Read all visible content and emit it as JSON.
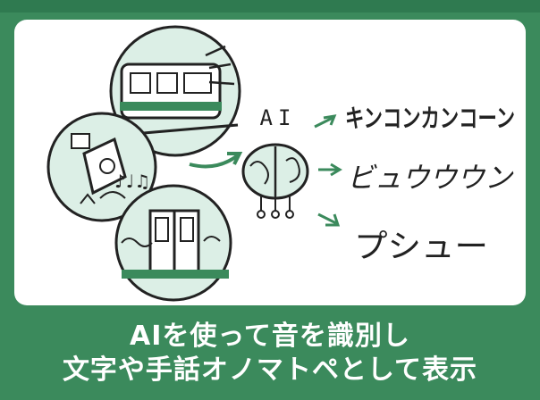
{
  "figure": {
    "ai_label": "AI",
    "sounds": [
      "キンコンカンコーン",
      "ビュウウウン",
      "プシュー"
    ],
    "music_notes": "♪♩♫",
    "caption": {
      "line1": "AIを使って音を識別し",
      "line2": "文字や手話オノマトペとして表示"
    },
    "colors": {
      "brand_green": "#3b8a5c",
      "circle_fill": "#dcefe6",
      "line": "#222222"
    }
  }
}
